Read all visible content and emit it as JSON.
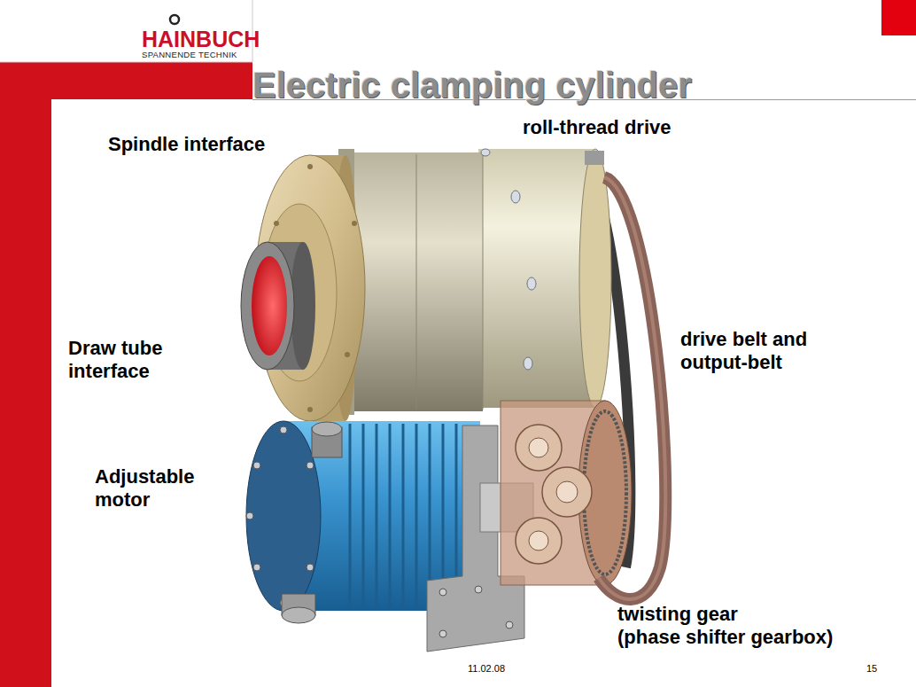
{
  "diagram": {
    "title": "Electric clamping cylinder",
    "labels": [
      "HAINBUCH",
      "SPANNENDE TECHNIK",
      "Spindle interface",
      "roll-thread drive",
      "Draw tube interface",
      "drive belt and output-belt",
      "Adjustable motor",
      "twisting gear (phase shifter gearbox)",
      "11.02.08",
      "15"
    ]
  }
}
